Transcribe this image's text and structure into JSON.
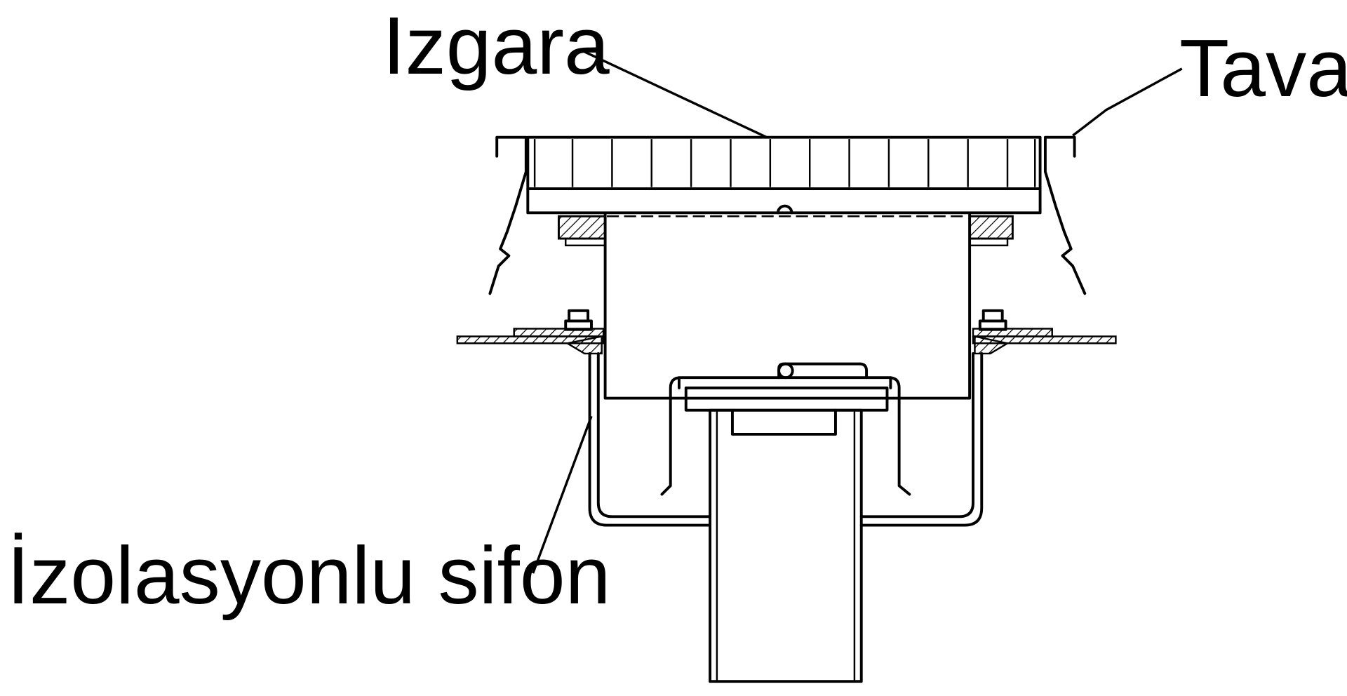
{
  "labels": {
    "grate": "Izgara",
    "tray": "Tava",
    "siphon": "İzolasyonlu sifon"
  },
  "colors": {
    "line": "#000000",
    "background": "#ffffff"
  }
}
